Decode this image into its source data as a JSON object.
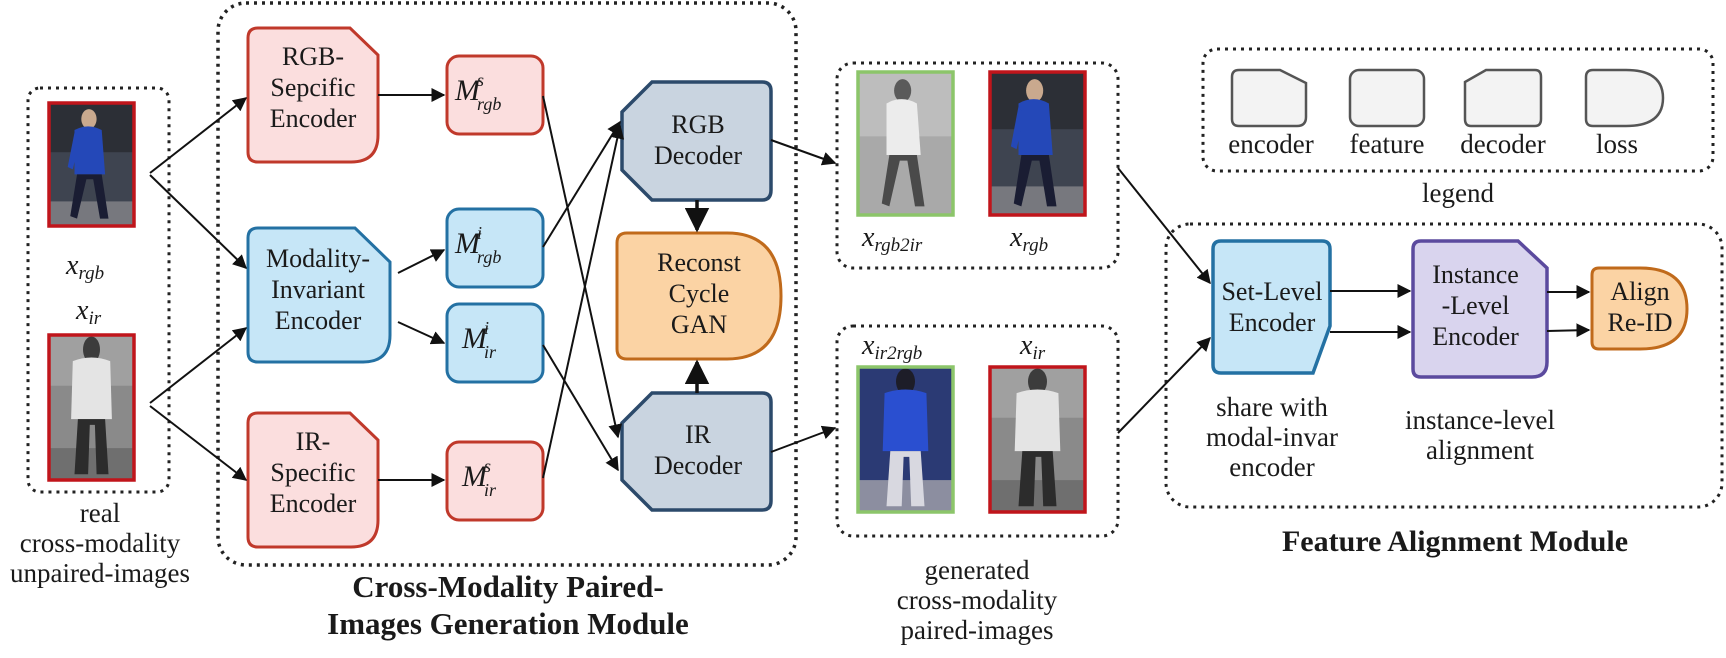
{
  "colors": {
    "encoder_pink_fill": "#fbdede",
    "encoder_pink_stroke": "#c0392b",
    "invariant_fill": "#c6e6f7",
    "invariant_stroke": "#2471a3",
    "decoder_fill": "#c9d4e0",
    "decoder_stroke": "#2c4a6b",
    "cyclegan_fill": "#fbd3a4",
    "cyclegan_stroke": "#c06a1b",
    "instance_fill": "#d9d4ee",
    "instance_stroke": "#5b4a9e",
    "rgb_border": "#c0151b",
    "ir_border": "#8cc56a"
  },
  "input": {
    "x_rgb": "x",
    "x_rgb_sub": "rgb",
    "x_ir": "x",
    "x_ir_sub": "ir",
    "caption_line1": "real",
    "caption_line2": "cross-modality",
    "caption_line3": "unpaired-images"
  },
  "generation_module": {
    "rgb_specific_encoder": [
      "RGB-",
      "Sepcific",
      "Encoder"
    ],
    "modality_invariant_encoder": [
      "Modality-",
      "Invariant",
      "Encoder"
    ],
    "ir_specific_encoder": [
      "IR-",
      "Specific",
      "Encoder"
    ],
    "m_rgb_s": {
      "base": "M",
      "sup": "s",
      "sub": "rgb"
    },
    "m_rgb_i": {
      "base": "M",
      "sup": "i",
      "sub": "rgb"
    },
    "m_ir_i": {
      "base": "M",
      "sup": "i",
      "sub": "ir"
    },
    "m_ir_s": {
      "base": "M",
      "sup": "s",
      "sub": "ir"
    },
    "rgb_decoder": [
      "RGB",
      "Decoder"
    ],
    "ir_decoder": [
      "IR",
      "Decoder"
    ],
    "cyclegan": [
      "Reconst",
      "Cycle",
      "GAN"
    ],
    "title_line1": "Cross-Modality Paired-",
    "title_line2": "Images Generation Module"
  },
  "generated": {
    "x_rgb2ir": "x",
    "x_rgb2ir_sub": "rgb2ir",
    "x_rgb": "x",
    "x_rgb_sub": "rgb",
    "x_ir2rgb": "x",
    "x_ir2rgb_sub": "ir2rgb",
    "x_ir": "x",
    "x_ir_sub": "ir",
    "caption_line1": "generated",
    "caption_line2": "cross-modality",
    "caption_line3": "paired-images"
  },
  "legend": {
    "encoder": "encoder",
    "feature": "feature",
    "decoder": "decoder",
    "loss": "loss",
    "title": "legend"
  },
  "alignment_module": {
    "set_level_encoder": [
      "Set-Level",
      "Encoder"
    ],
    "instance_level_encoder": [
      "Instance",
      "-Level",
      "Encoder"
    ],
    "align_reid": [
      "Align",
      "Re-ID"
    ],
    "share_caption": [
      "share with",
      "modal-invar",
      "encoder"
    ],
    "instance_caption": [
      "instance-level",
      "alignment"
    ],
    "title": "Feature Alignment Module"
  }
}
